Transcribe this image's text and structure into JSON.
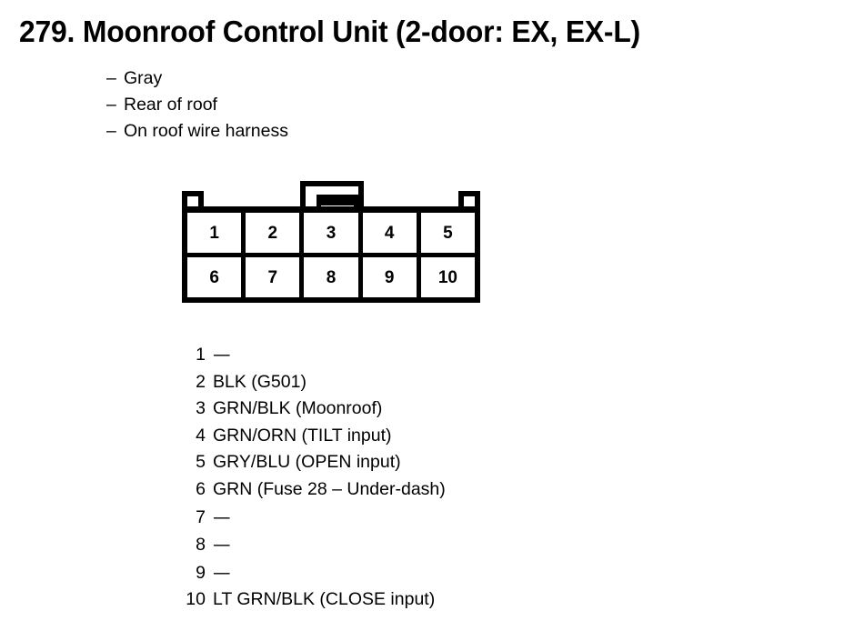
{
  "title": "279. Moonroof Control Unit (2-door: EX, EX-L)",
  "descriptions": [
    {
      "dash": "–",
      "text": "Gray"
    },
    {
      "dash": "–",
      "text": "Rear of roof"
    },
    {
      "dash": "–",
      "text": "On roof wire harness"
    }
  ],
  "connector": {
    "rows": [
      [
        "1",
        "2",
        "3",
        "4",
        "5"
      ],
      [
        "6",
        "7",
        "8",
        "9",
        "10"
      ]
    ]
  },
  "pins": [
    {
      "number": "1",
      "label": "—"
    },
    {
      "number": "2",
      "label": "BLK (G501)"
    },
    {
      "number": "3",
      "label": "GRN/BLK (Moonroof)"
    },
    {
      "number": "4",
      "label": "GRN/ORN (TILT input)"
    },
    {
      "number": "5",
      "label": "GRY/BLU (OPEN input)"
    },
    {
      "number": "6",
      "label": "GRN (Fuse 28 – Under-dash)"
    },
    {
      "number": "7",
      "label": "—"
    },
    {
      "number": "8",
      "label": "—"
    },
    {
      "number": "9",
      "label": "—"
    },
    {
      "number": "10",
      "label": "LT GRN/BLK (CLOSE input)"
    }
  ],
  "colors": {
    "ink": "#000000",
    "paper": "#ffffff"
  }
}
